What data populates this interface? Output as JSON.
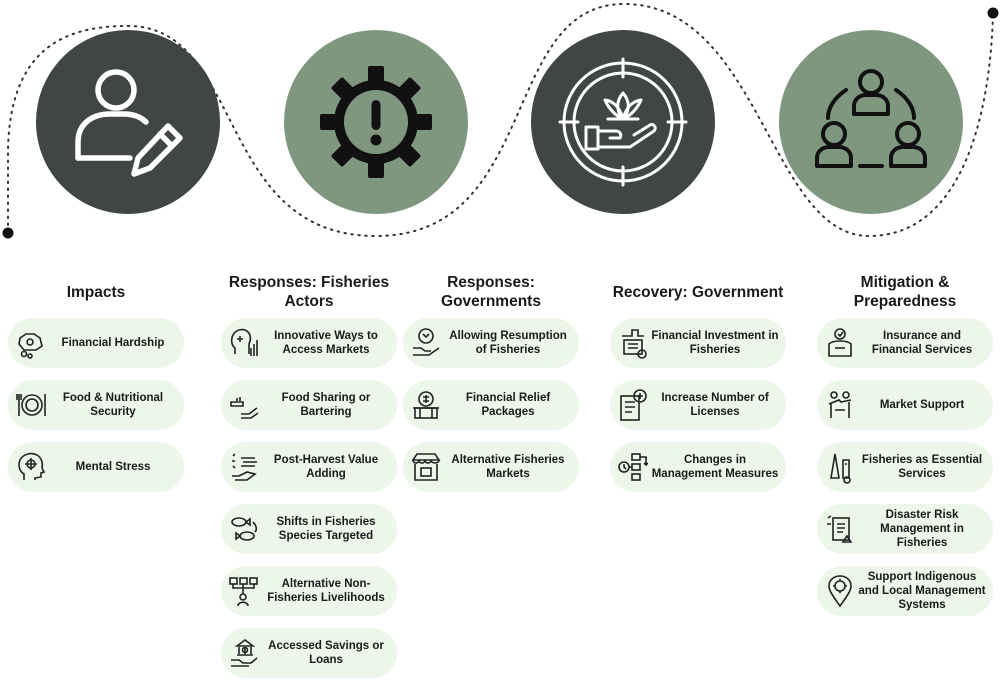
{
  "colors": {
    "dark": "#3f4643",
    "green": "#7f977e",
    "card": "#ecf6e9"
  },
  "icons": [
    "user-edit-icon",
    "gear-alert-icon",
    "hand-lotus-icon",
    "people-network-icon"
  ],
  "columns": [
    {
      "title": "Impacts",
      "items": [
        {
          "label": "Financial Hardship",
          "icon": "money-bag-icon"
        },
        {
          "label": "Food & Nutritional Security",
          "icon": "plate-cutlery-icon"
        },
        {
          "label": "Mental Stress",
          "icon": "head-brain-icon"
        }
      ]
    },
    {
      "title": "Responses: Fisheries Actors",
      "items": [
        {
          "label": "Innovative Ways to Access Markets",
          "icon": "idea-chart-icon"
        },
        {
          "label": "Food Sharing or Bartering",
          "icon": "hand-share-icon"
        },
        {
          "label": "Post-Harvest Value Adding",
          "icon": "fish-hand-icon"
        },
        {
          "label": "Shifts in Fisheries Species Targeted",
          "icon": "fish-cycle-icon"
        },
        {
          "label": "Alternative Non-Fisheries Livelihoods",
          "icon": "org-chart-icon"
        },
        {
          "label": "Accessed Savings or Loans",
          "icon": "bank-hand-icon"
        }
      ]
    },
    {
      "title": "Responses: Governments",
      "items": [
        {
          "label": "Allowing Resumption of Fisheries",
          "icon": "hand-cycle-icon"
        },
        {
          "label": "Financial Relief Packages",
          "icon": "relief-box-icon"
        },
        {
          "label": "Alternative Fisheries Markets",
          "icon": "market-stall-icon"
        }
      ]
    },
    {
      "title": "Recovery: Government",
      "items": [
        {
          "label": "Financial Investment in Fisheries",
          "icon": "investment-icon"
        },
        {
          "label": "Increase Number of Licenses",
          "icon": "license-add-icon"
        },
        {
          "label": "Changes in Management Measures",
          "icon": "workflow-icon"
        }
      ]
    },
    {
      "title": "Mitigation & Preparedness",
      "items": [
        {
          "label": "Insurance and Financial Services",
          "icon": "insurance-icon"
        },
        {
          "label": "Market Support",
          "icon": "market-support-icon"
        },
        {
          "label": "Fisheries as Essential Services",
          "icon": "essential-service-icon"
        },
        {
          "label": "Disaster Risk Management in Fisheries",
          "icon": "risk-document-icon"
        },
        {
          "label": "Support Indigenous and Local Management Systems",
          "icon": "location-pin-icon"
        }
      ]
    }
  ]
}
